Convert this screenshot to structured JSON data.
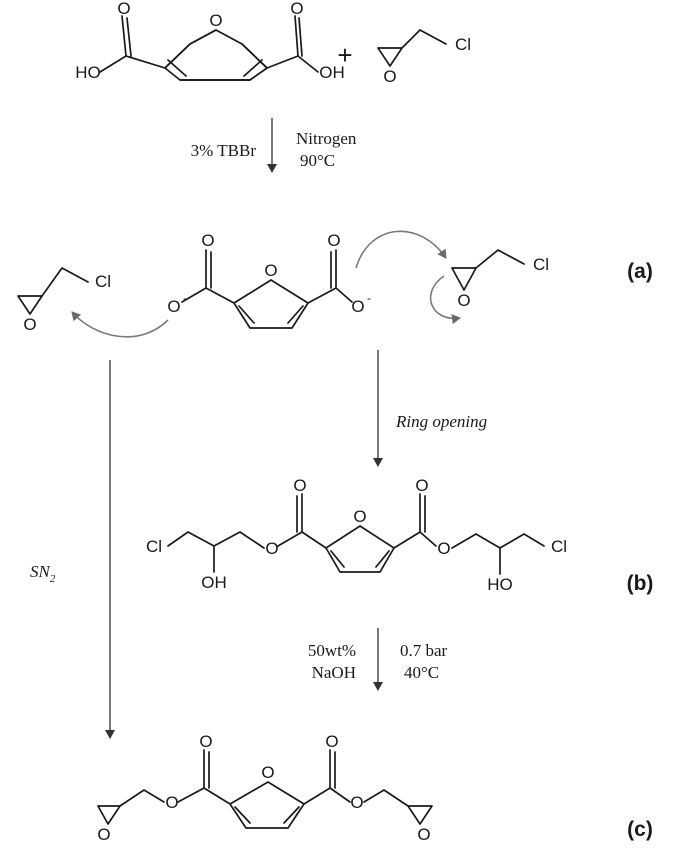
{
  "atoms": {
    "oxygen": "O",
    "hydroxyl_left": "HO",
    "hydroxyl_right": "OH",
    "chlorine": "Cl",
    "carboxylate_charge": "-",
    "plus": "+"
  },
  "step1": {
    "catalyst": "3% TBBr",
    "atmosphere": "Nitrogen",
    "temperature": "90°C"
  },
  "step2": {
    "label": "Ring opening"
  },
  "sn2": {
    "label": "SN",
    "subscript": "2"
  },
  "step3": {
    "base_line1": "50wt%",
    "base_line2": "NaOH",
    "pressure": "0.7 bar",
    "temperature": "40°C"
  },
  "stage_tags": {
    "a": "(a)",
    "b": "(b)",
    "c": "(c)"
  }
}
